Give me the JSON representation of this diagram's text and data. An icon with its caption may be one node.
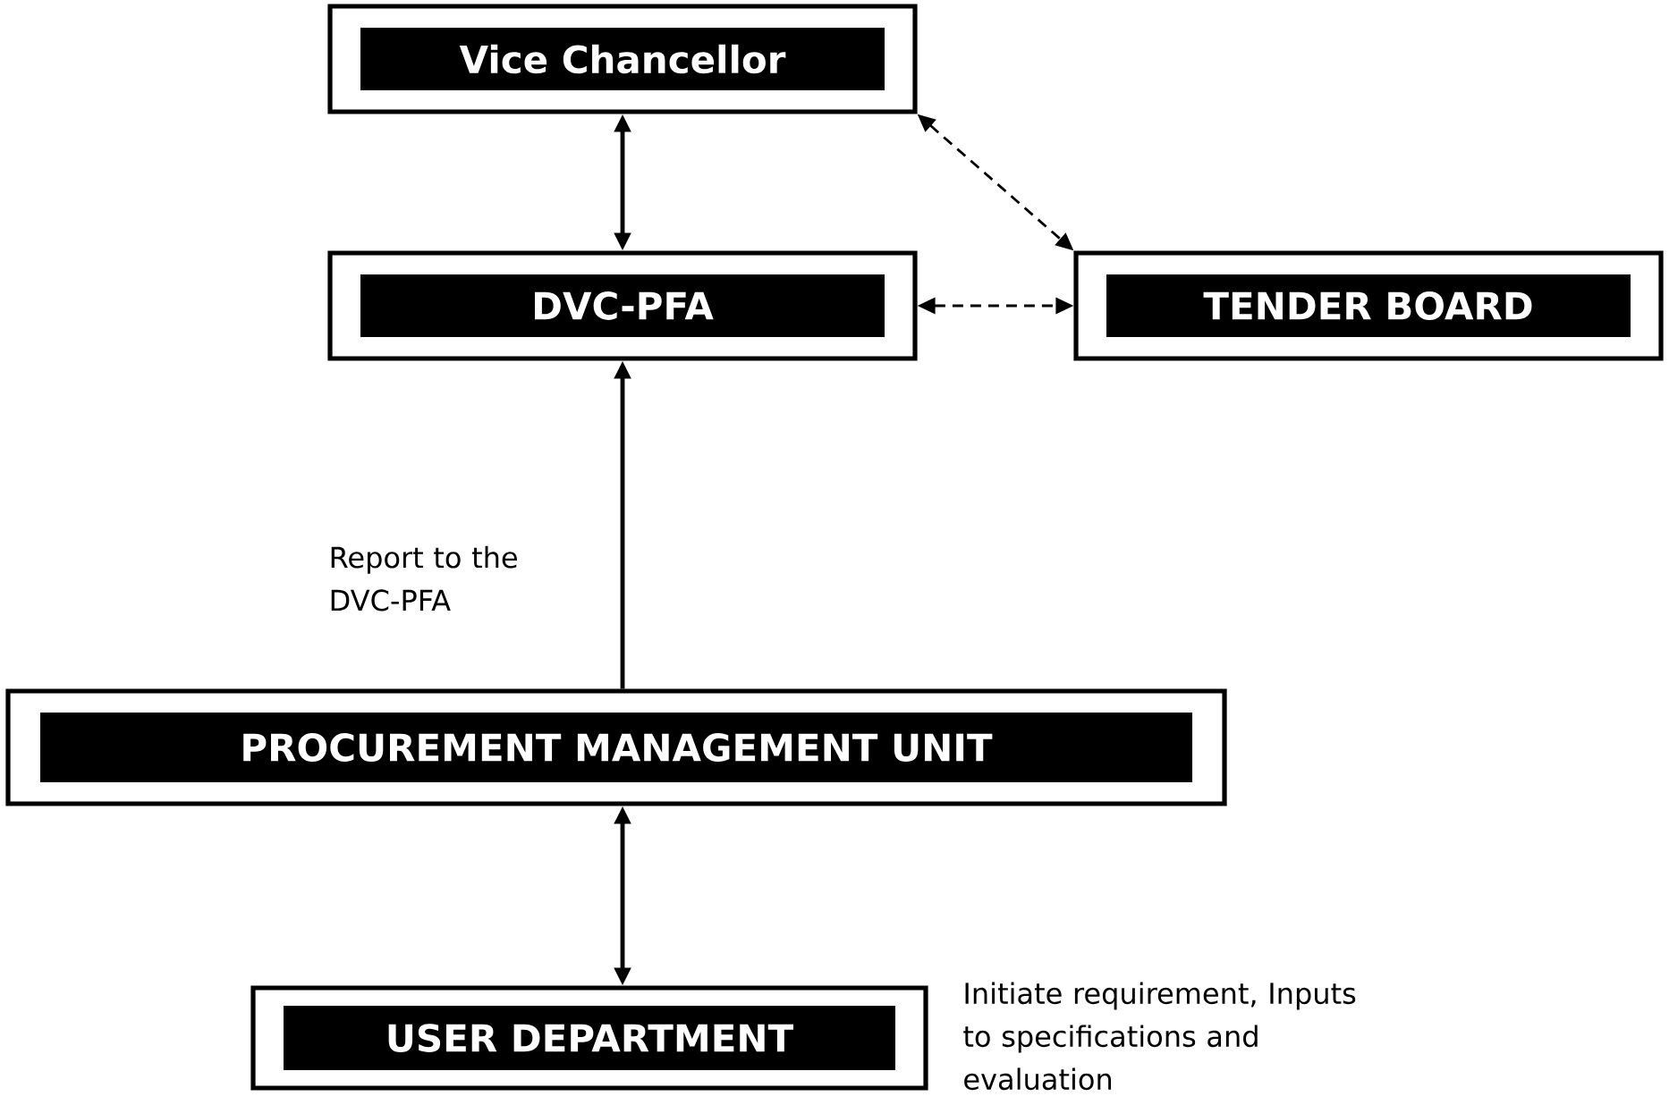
{
  "diagram": {
    "nodes": [
      {
        "text": [
          "Vice Chancellor"
        ]
      },
      {
        "text": [
          "DVC-PFA"
        ]
      },
      {
        "text": [
          "TENDER BOARD"
        ]
      },
      {
        "text": [
          "PROCUREMENT MANAGEMENT UNIT"
        ]
      },
      {
        "text": [
          "USER DEPARTMENT"
        ],
        "beside": [
          "Initiate requirement, Inputs to specifications and evaluation"
        ]
      }
    ],
    "edges": [
      {
        "from": 0,
        "to": 1,
        "arrow": "both"
      },
      {
        "from": 0,
        "to": 2,
        "arrow": "both",
        "style": "dashed"
      },
      {
        "from": 1,
        "to": 2,
        "arrow": "both",
        "style": "dashed"
      },
      {
        "from": 3,
        "to": 1,
        "arrow": "to",
        "label": "Report to the DVC-PFA"
      },
      {
        "from": 3,
        "to": 4,
        "arrow": "both"
      }
    ]
  }
}
